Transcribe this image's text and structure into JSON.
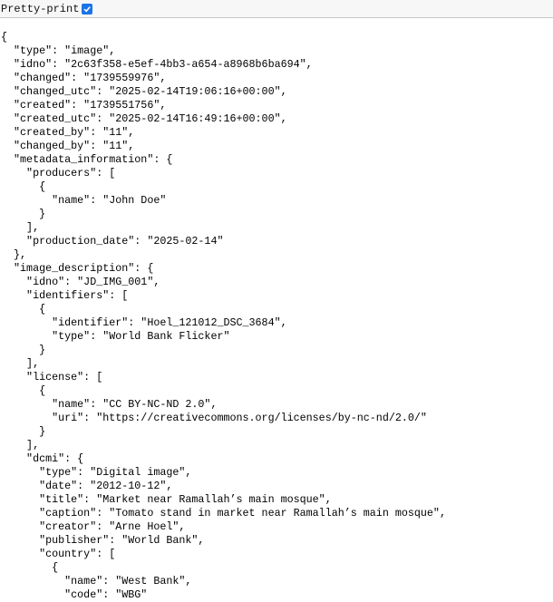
{
  "toolbar": {
    "pretty_print_label": "Pretty-print",
    "pretty_print_checked": true
  },
  "lines": [
    "{",
    "  \"type\": \"image\",",
    "  \"idno\": \"2c63f358-e5ef-4bb3-a654-a8968b6ba694\",",
    "  \"changed\": \"1739559976\",",
    "  \"changed_utc\": \"2025-02-14T19:06:16+00:00\",",
    "  \"created\": \"1739551756\",",
    "  \"created_utc\": \"2025-02-14T16:49:16+00:00\",",
    "  \"created_by\": \"11\",",
    "  \"changed_by\": \"11\",",
    "  \"metadata_information\": {",
    "    \"producers\": [",
    "      {",
    "        \"name\": \"John Doe\"",
    "      }",
    "    ],",
    "    \"production_date\": \"2025-02-14\"",
    "  },",
    "  \"image_description\": {",
    "    \"idno\": \"JD_IMG_001\",",
    "    \"identifiers\": [",
    "      {",
    "        \"identifier\": \"Hoel_121012_DSC_3684\",",
    "        \"type\": \"World Bank Flicker\"",
    "      }",
    "    ],",
    "    \"license\": [",
    "      {",
    "        \"name\": \"CC BY-NC-ND 2.0\",",
    "        \"uri\": \"https://creativecommons.org/licenses/by-nc-nd/2.0/\"",
    "      }",
    "    ],",
    "    \"dcmi\": {",
    "      \"type\": \"Digital image\",",
    "      \"date\": \"2012-10-12\",",
    "      \"title\": \"Market near Ramallah’s main mosque\",",
    "      \"caption\": \"Tomato stand in market near Ramallah’s main mosque\",",
    "      \"creator\": \"Arne Hoel\",",
    "      \"publisher\": \"World Bank\",",
    "      \"country\": [",
    "        {",
    "          \"name\": \"West Bank\",",
    "          \"code\": \"WBG\""
  ]
}
